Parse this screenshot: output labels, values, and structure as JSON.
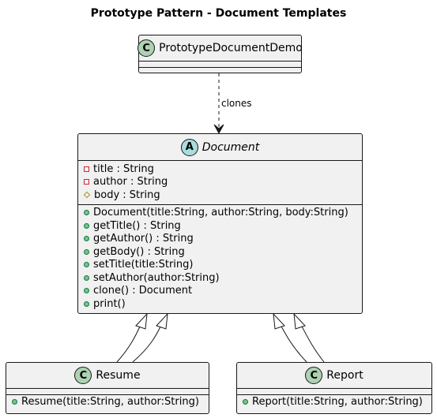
{
  "diagram": {
    "title": "Prototype Pattern - Document Templates",
    "relation_label": "clones",
    "classes": {
      "demo": {
        "stereotype": "C",
        "name": "PrototypeDocumentDemo"
      },
      "document": {
        "stereotype": "A",
        "name": "Document",
        "fields": [
          {
            "vis": "private",
            "text": "title : String"
          },
          {
            "vis": "private",
            "text": "author : String"
          },
          {
            "vis": "protected",
            "text": "body : String"
          }
        ],
        "methods": [
          {
            "vis": "public",
            "text": "Document(title:String, author:String, body:String)"
          },
          {
            "vis": "public",
            "text": "getTitle() : String"
          },
          {
            "vis": "public",
            "text": "getAuthor() : String"
          },
          {
            "vis": "public",
            "text": "getBody() : String"
          },
          {
            "vis": "public",
            "text": "setTitle(title:String)"
          },
          {
            "vis": "public",
            "text": "setAuthor(author:String)"
          },
          {
            "vis": "public",
            "text": "clone() : Document"
          },
          {
            "vis": "public",
            "text": "print()"
          }
        ]
      },
      "resume": {
        "stereotype": "C",
        "name": "Resume",
        "methods": [
          {
            "vis": "public",
            "text": "Resume(title:String, author:String)"
          }
        ]
      },
      "report": {
        "stereotype": "C",
        "name": "Report",
        "methods": [
          {
            "vis": "public",
            "text": "Report(title:String, author:String)"
          }
        ]
      }
    }
  }
}
